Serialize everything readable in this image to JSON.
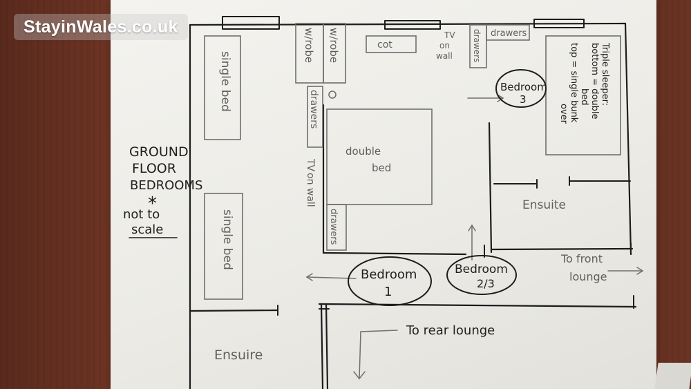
{
  "watermark": "StayinWales.co.uk",
  "title": {
    "line1": "GROUND",
    "line2": "FLOOR",
    "line3": "BEDROOMS",
    "asterisk": "*",
    "note1": "not to",
    "note2": "scale"
  },
  "furniture": {
    "single_bed_top": "single bed",
    "single_bed_bottom": "single bed",
    "wrobe_a": "w/robe",
    "wrobe_b": "w/robe",
    "drawers_left": "drawers",
    "tv_left_line1": "TV",
    "tv_left_line2": "on wall",
    "double_bed_line1": "double",
    "double_bed_line2": "bed",
    "drawers_lower": "drawers",
    "cot": "cot",
    "tv_top_line1": "TV",
    "tv_top_line2": "on",
    "tv_top_line3": "wall",
    "drawers_vertical": "drawers",
    "drawers_top": "drawers",
    "triple_line1": "Triple sleeper:",
    "triple_line2": "bottom = double",
    "triple_line3": "bed",
    "triple_line4": "top = single bunk",
    "triple_line5": "over"
  },
  "rooms": {
    "bedroom3_line1": "Bedroom",
    "bedroom3_line2": "3",
    "bedroom1_line1": "Bedroom",
    "bedroom1_line2": "1",
    "bedroom23_line1": "Bedroom",
    "bedroom23_line2": "2/3",
    "ensuite_right": "Ensuite",
    "ensuite_left": "Ensuire"
  },
  "directions": {
    "front_line1": "To front",
    "front_line2": "lounge",
    "rear": "To rear lounge"
  },
  "colors": {
    "ink": "#1c1c1c",
    "pencil": "#6f6f6f",
    "paper": "#eeede9",
    "table": "#5e2c1f"
  }
}
